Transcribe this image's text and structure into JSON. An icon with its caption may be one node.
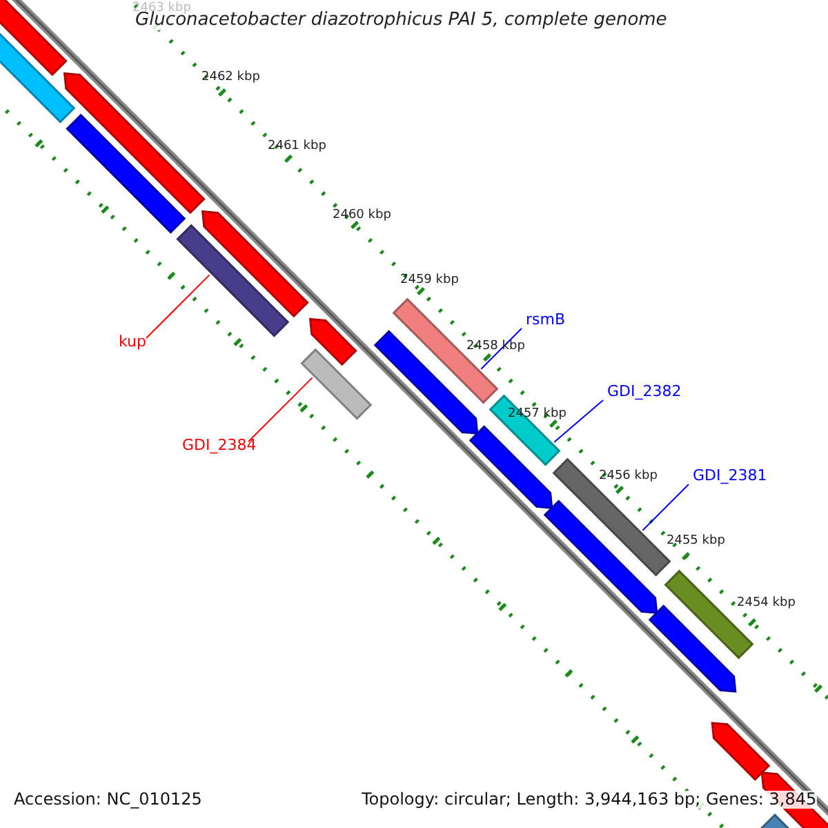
{
  "diagram": {
    "title": "Gluconacetobacter diazotrophicus PAI 5, complete genome",
    "nodes": [
      {
        "text": [
          "rsmB"
        ]
      },
      {
        "text": [
          "kup"
        ]
      },
      {
        "text": [
          "GDI_2382"
        ]
      },
      {
        "text": [
          "GDI_2384"
        ]
      },
      {
        "text": [
          "GDI_2381"
        ]
      },
      {
        "text": [],
        "shape": "bar"
      },
      {
        "text": [],
        "shape": "bar"
      },
      {
        "text": [],
        "shape": "bar"
      },
      {
        "text": [],
        "shape": "bar"
      },
      {
        "text": [],
        "shape": "bar"
      },
      {
        "text": [],
        "shape": "bar"
      },
      {
        "text": [],
        "shape": "bar"
      },
      {
        "text": [],
        "shape": "bar"
      },
      {
        "text": [],
        "shape": "bar"
      },
      {
        "text": [],
        "shape": "bar"
      },
      {
        "text": [],
        "shape": "bar"
      },
      {
        "text": [],
        "shape": "bar"
      },
      {
        "text": [],
        "shape": "bar"
      },
      {
        "text": [],
        "shape": "bar"
      },
      {
        "text": [],
        "shape": "bar"
      },
      {
        "text": [],
        "shape": "bar"
      },
      {
        "text": [],
        "shape": "bar"
      },
      {
        "text": [],
        "shape": "bar"
      },
      {
        "text": [],
        "shape": "bar"
      }
    ],
    "edges": [
      {
        "from": 0,
        "to": 11,
        "arrow": "none"
      },
      {
        "from": 1,
        "to": 10,
        "arrow": "none",
        "color": "#ff0000"
      },
      {
        "from": 2,
        "to": 15,
        "arrow": "none"
      },
      {
        "from": 3,
        "to": 14,
        "arrow": "none",
        "color": "#ff0000"
      },
      {
        "from": 4,
        "to": 17,
        "arrow": "none"
      }
    ],
    "labels": [
      "2463 kbp",
      "2462 kbp",
      "2461 kbp",
      "2460 kbp",
      "2459 kbp",
      "2458 kbp",
      "2457 kbp",
      "2456 kbp",
      "2455 kbp",
      "2454 kbp",
      "Accession: NC_010125",
      "Topology: circular; Length: 3,944,163 bp; Genes: 3,845"
    ]
  }
}
